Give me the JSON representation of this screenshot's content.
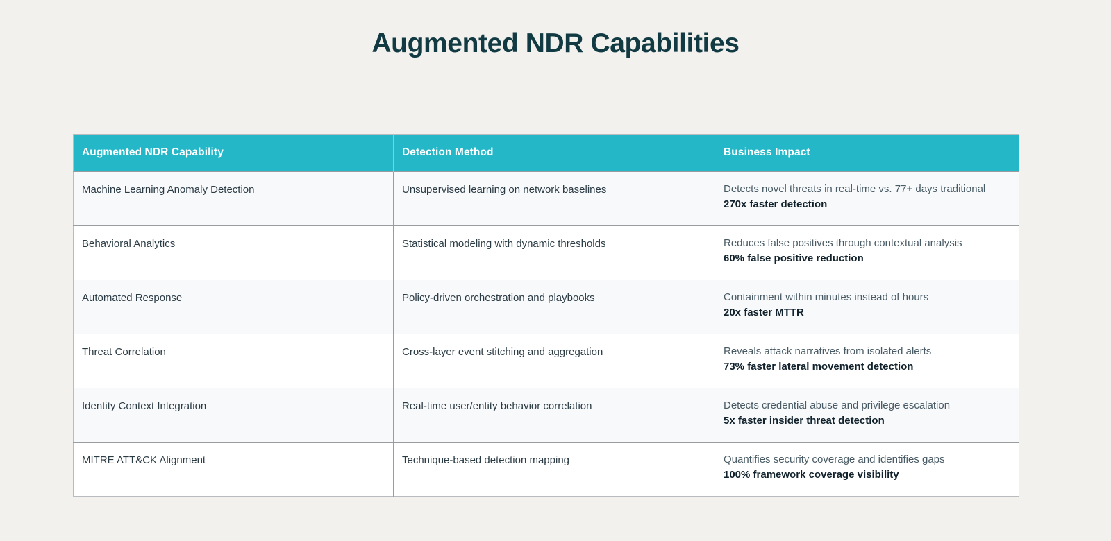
{
  "title": "Augmented NDR Capabilities",
  "colors": {
    "page_background": "#f2f1ed",
    "title": "#123a43",
    "header_background": "#23b7c8",
    "header_text": "#ffffff",
    "row_alt_background": "#f7f9fb",
    "row_plain_background": "#ffffff",
    "border": "#999d9f",
    "metric_text": "#11222c"
  },
  "table": {
    "columns": [
      {
        "key": "capability",
        "label": "Augmented NDR Capability"
      },
      {
        "key": "method",
        "label": "Detection Method"
      },
      {
        "key": "impact",
        "label": "Business Impact"
      }
    ],
    "rows": [
      {
        "capability": "Machine Learning Anomaly Detection",
        "method": "Unsupervised learning on network baselines",
        "impact_description": "Detects novel threats in real-time vs. 77+ days traditional",
        "impact_metric": "270x faster detection"
      },
      {
        "capability": "Behavioral Analytics",
        "method": "Statistical modeling with dynamic thresholds",
        "impact_description": "Reduces false positives through contextual analysis",
        "impact_metric": "60% false positive reduction"
      },
      {
        "capability": "Automated Response",
        "method": "Policy-driven orchestration and playbooks",
        "impact_description": "Containment within minutes instead of hours",
        "impact_metric": "20x faster MTTR"
      },
      {
        "capability": "Threat Correlation",
        "method": "Cross-layer event stitching and aggregation",
        "impact_description": "Reveals attack narratives from isolated alerts",
        "impact_metric": "73% faster lateral movement detection"
      },
      {
        "capability": "Identity Context Integration",
        "method": "Real-time user/entity behavior correlation",
        "impact_description": "Detects credential abuse and privilege escalation",
        "impact_metric": "5x faster insider threat detection"
      },
      {
        "capability": "MITRE ATT&CK Alignment",
        "method": "Technique-based detection mapping",
        "impact_description": "Quantifies security coverage and identifies gaps",
        "impact_metric": "100% framework coverage visibility"
      }
    ]
  }
}
